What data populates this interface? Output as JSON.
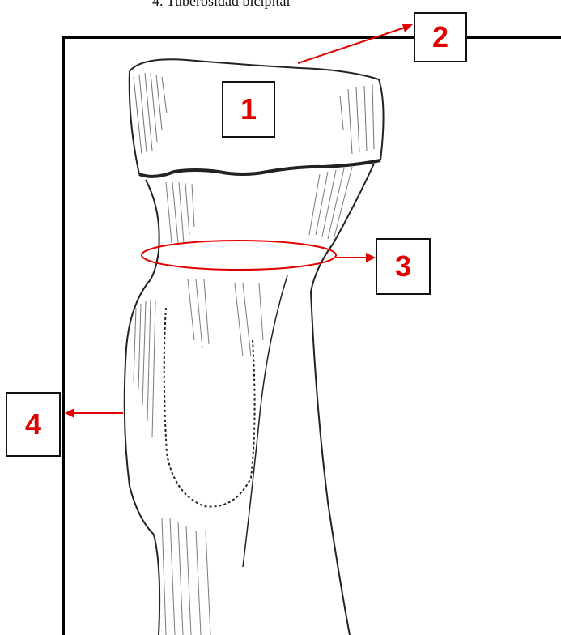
{
  "caption": "4. Tuberosidad bicipital",
  "labels": [
    {
      "id": "1",
      "text": "1"
    },
    {
      "id": "2",
      "text": "2"
    },
    {
      "id": "3",
      "text": "3"
    },
    {
      "id": "4",
      "text": "4"
    }
  ],
  "colors": {
    "label_text": "#e00000",
    "arrow": "#e00000",
    "frame": "#000000",
    "bone_ink": "#222222"
  }
}
